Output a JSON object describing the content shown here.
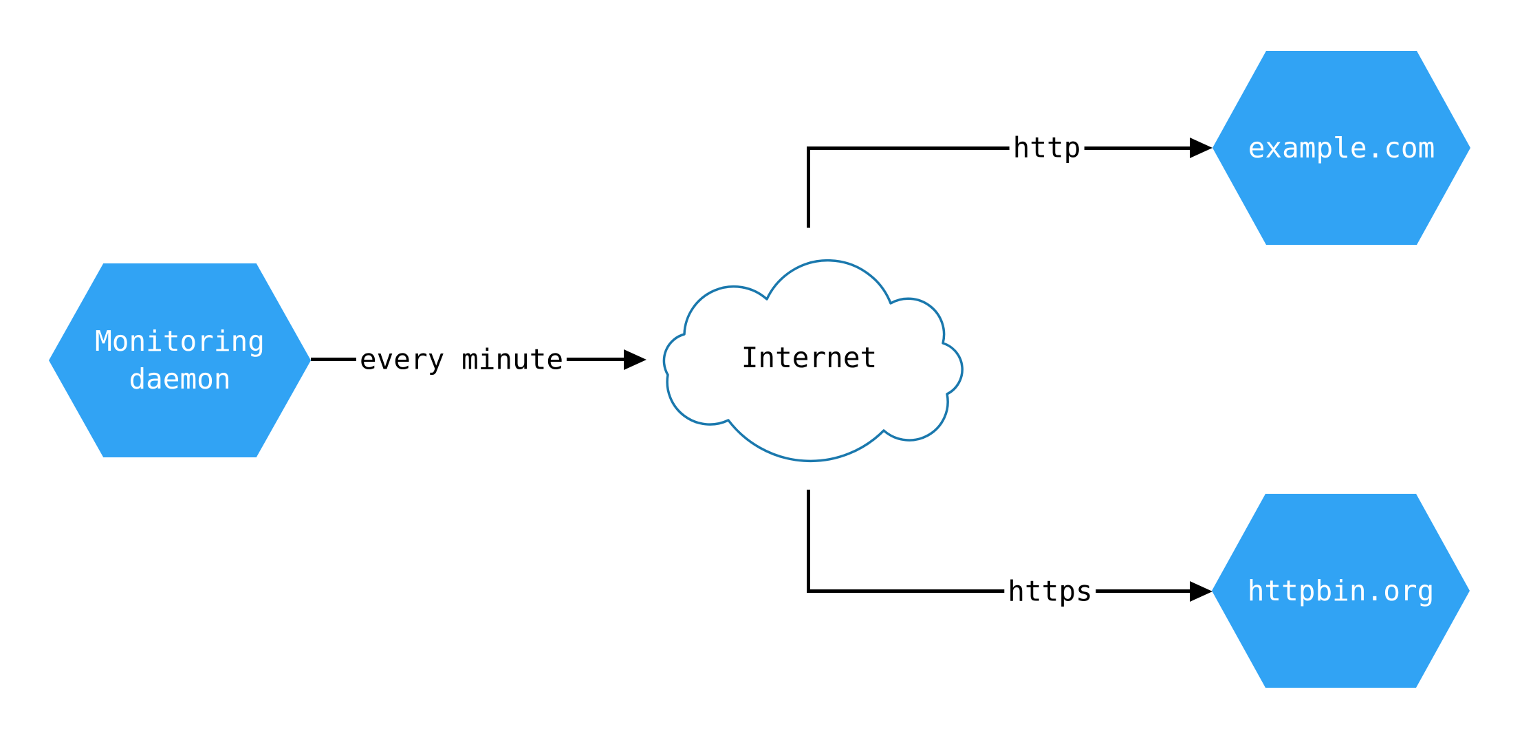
{
  "diagram": {
    "nodes": {
      "monitoring": {
        "label": "Monitoring\ndaemon",
        "shape": "hexagon"
      },
      "internet": {
        "label": "Internet",
        "shape": "cloud"
      },
      "example_com": {
        "label": "example.com",
        "shape": "hexagon"
      },
      "httpbin_org": {
        "label": "httpbin.org",
        "shape": "hexagon"
      }
    },
    "edges": {
      "every_minute": {
        "label": "every minute",
        "from": "monitoring",
        "to": "internet"
      },
      "http": {
        "label": "http",
        "from": "internet",
        "to": "example_com"
      },
      "https": {
        "label": "https",
        "from": "internet",
        "to": "httpbin_org"
      }
    },
    "colors": {
      "hexagon_fill": "#31a3f4",
      "hexagon_text": "#ffffff",
      "cloud_stroke": "#1a78ad",
      "cloud_fill": "#ffffff",
      "line_color": "#000000",
      "label_color": "#000000",
      "background": "#ffffff"
    }
  }
}
